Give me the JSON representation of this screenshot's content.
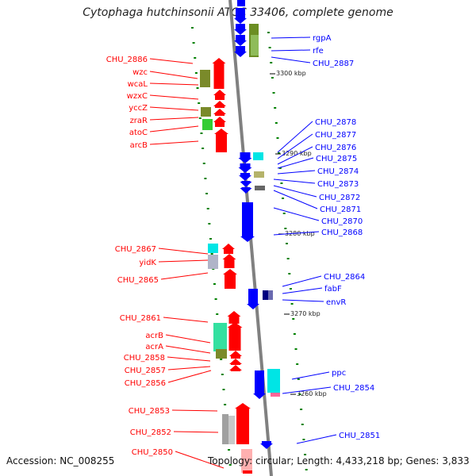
{
  "title": "Cytophaga hutchinsonii ATCC 33406, complete genome",
  "accession": "Accession: NC_008255",
  "topology": "Topology: circular; Length: 4,433,218 bp; Genes: 3,833",
  "colors": {
    "reverse_strand": "#ff0000",
    "forward_strand": "#0000ff",
    "backbone": "#808080",
    "tick_dot": "#008000"
  },
  "ticks": [
    "3300 kbp",
    "3290 kbp",
    "3280 kbp",
    "3270 kbp",
    "3260 kbp"
  ],
  "left_labels": [
    "CHU_2886",
    "wzc",
    "wcaL",
    "wzxC",
    "yccZ",
    "zraR",
    "atoC",
    "arcB",
    "CHU_2867",
    "yidK",
    "CHU_2865",
    "CHU_2861",
    "acrB",
    "acrA",
    "CHU_2858",
    "CHU_2857",
    "CHU_2856",
    "CHU_2853",
    "CHU_2852",
    "CHU_2850"
  ],
  "right_labels": [
    "rgpA",
    "rfe",
    "CHU_2887",
    "CHU_2878",
    "CHU_2877",
    "CHU_2876",
    "CHU_2875",
    "CHU_2874",
    "CHU_2873",
    "CHU_2872",
    "CHU_2871",
    "CHU_2870",
    "CHU_2868",
    "CHU_2864",
    "fabF",
    "envR",
    "ppc",
    "CHU_2854",
    "CHU_2851"
  ]
}
